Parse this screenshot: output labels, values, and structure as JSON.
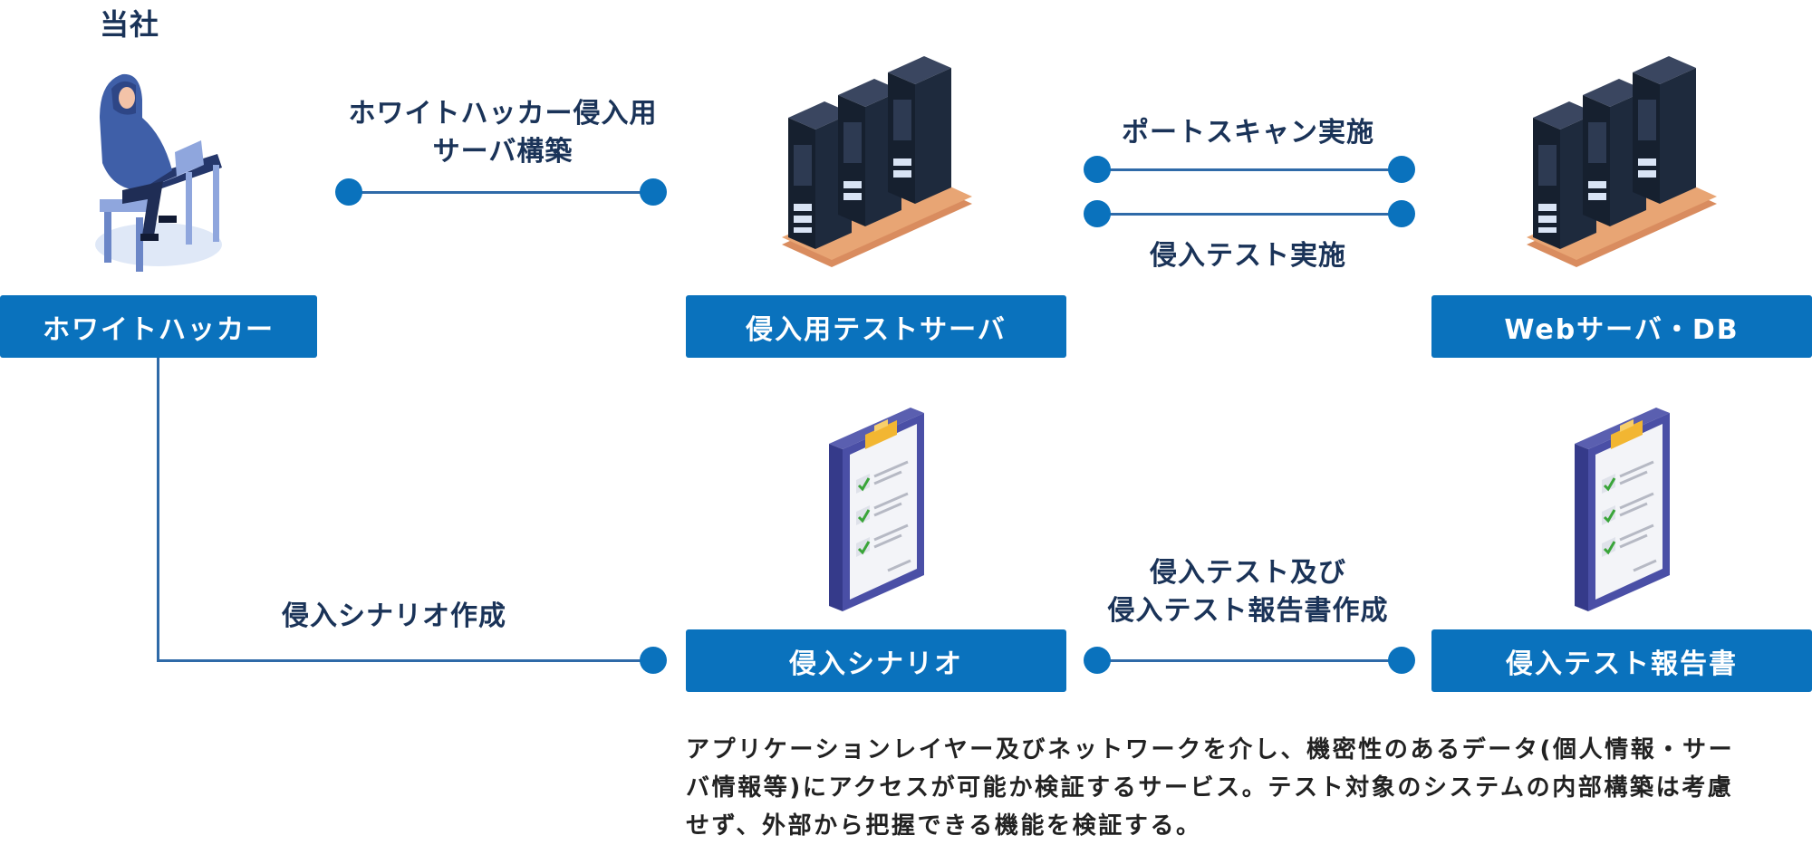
{
  "company_label": "当社",
  "boxes": {
    "white_hacker": "ホワイトハッカー",
    "test_server": "侵入用テストサーバ",
    "web_server": "Webサーバ・DB",
    "scenario": "侵入シナリオ",
    "report": "侵入テスト報告書"
  },
  "arrows": {
    "build_server_line1": "ホワイトハッカー侵入用",
    "build_server_line2": "サーバ構築",
    "port_scan": "ポートスキャン実施",
    "intrusion_test": "侵入テスト実施",
    "scenario_creation": "侵入シナリオ作成",
    "test_report_line1": "侵入テスト及び",
    "test_report_line2": "侵入テスト報告書作成"
  },
  "description_lines": [
    "アプリケーションレイヤー及びネットワークを介し、機密性のあるデータ(個人情報・サー",
    "バ情報等)にアクセスが可能か検証するサービス。テスト対象のシステムの内部構築は考慮",
    "せず、外部から把握できる機能を検証する。"
  ],
  "colors": {
    "primary_blue": "#0a72bd",
    "connector_line": "#2f6aa8",
    "label_navy": "#1a3358"
  }
}
